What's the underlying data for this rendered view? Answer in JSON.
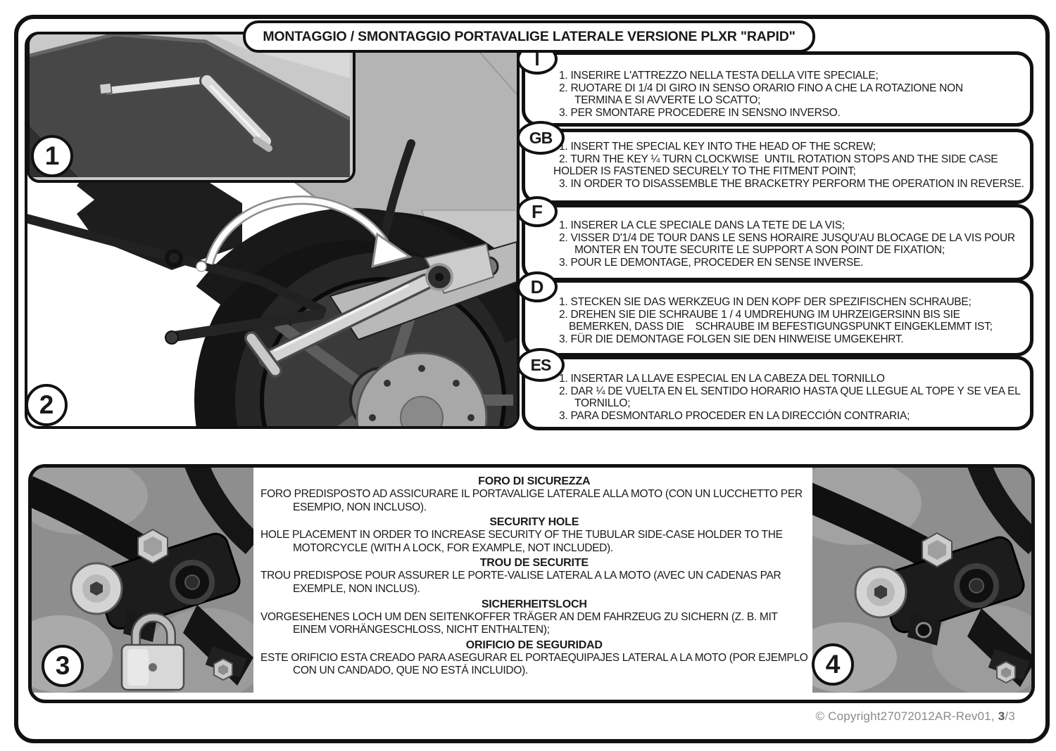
{
  "title": "MONTAGGIO / SMONTAGGIO PORTAVALIGE LATERALE VERSIONE PLXR \"RAPID\"",
  "figures": {
    "f1": "1",
    "f2": "2",
    "f3": "3",
    "f4": "4"
  },
  "instructions": [
    {
      "lang": "I",
      "lines": [
        {
          "t": "1. INSERIRE L'ATTREZZO NELLA TESTA DELLA VITE SPECIALE;",
          "ind": 0
        },
        {
          "t": "2. RUOTARE DI 1/4 DI GIRO IN SENSO ORARIO FINO A CHE LA ROTAZIONE NON",
          "ind": 0
        },
        {
          "t": "TERMINA E SI AVVERTE LO SCATTO;",
          "ind": 22
        },
        {
          "t": "3. PER SMONTARE PROCEDERE IN SENSNO INVERSO.",
          "ind": 0
        }
      ]
    },
    {
      "lang": "GB",
      "lines": [
        {
          "t": "1. INSERT THE SPECIAL KEY INTO THE HEAD OF THE SCREW;",
          "ind": 0
        },
        {
          "t": "2. TURN THE KEY ¼ TURN CLOCKWISE  UNTIL ROTATION STOPS AND THE SIDE CASE",
          "ind": 0
        },
        {
          "t": "HOLDER IS FASTENED SECURELY TO THE FITMENT POINT;",
          "ind": -8
        },
        {
          "t": "3. IN ORDER TO DISASSEMBLE THE BRACKETRY PERFORM THE OPERATION IN REVERSE.",
          "ind": 0
        }
      ]
    },
    {
      "lang": "F",
      "lines": [
        {
          "t": "1. INSERER LA CLE SPECIALE DANS LA TETE DE LA VIS;",
          "ind": 0
        },
        {
          "t": "2. VISSER D'1/4 DE TOUR DANS LE SENS HORAIRE JUSQU'AU BLOCAGE DE LA VIS POUR",
          "ind": 0
        },
        {
          "t": "MONTER EN TOUTE SECURITE LE SUPPORT A SON POINT DE FIXATION;",
          "ind": 22
        },
        {
          "t": "3. POUR LE DEMONTAGE, PROCEDER EN SENSE INVERSE.",
          "ind": 0
        }
      ]
    },
    {
      "lang": "D",
      "lines": [
        {
          "t": "1. STECKEN SIE DAS WERKZEUG IN DEN KOPF DER SPEZIFISCHEN SCHRAUBE;",
          "ind": 0
        },
        {
          "t": "2. DREHEN SIE DIE SCHRAUBE 1 / 4 UMDREHUNG IM UHRZEIGERSINN BIS SIE",
          "ind": 0
        },
        {
          "t": "BEMERKEN, DASS DIE    SCHRAUBE IM BEFESTIGUNGSPUNKT EINGEKLEMMT IST;",
          "ind": 14
        },
        {
          "t": "3. FÜR DIE DEMONTAGE FOLGEN SIE DEN HINWEISE UMGEKEHRT.",
          "ind": 0
        }
      ]
    },
    {
      "lang": "ES",
      "lines": [
        {
          "t": "1. INSERTAR LA LLAVE ESPECIAL EN LA CABEZA DEL TORNILLO",
          "ind": 0
        },
        {
          "t": "2. DAR ¼ DE VUELTA EN EL SENTIDO HORARIO HASTA QUE LLEGUE AL TOPE Y SE VEA EL",
          "ind": 0
        },
        {
          "t": "TORNILLO;",
          "ind": 22
        },
        {
          "t": "3. PARA DESMONTARLO PROCEDER EN LA DIRECCIÓN CONTRARIA;",
          "ind": 0
        }
      ]
    }
  ],
  "security": {
    "blocks": [
      {
        "heading": "FORO DI SICUREZZA",
        "lines": [
          {
            "t": "FORO PREDISPOSTO AD ASSICURARE IL PORTAVALIGE LATERALE ALLA MOTO (CON UN LUCCHETTO PER",
            "ind": 0
          },
          {
            "t": "ESEMPIO, NON INCLUSO).",
            "ind": 46
          }
        ]
      },
      {
        "heading": "SECURITY HOLE",
        "lines": [
          {
            "t": "HOLE PLACEMENT IN ORDER TO INCREASE SECURITY OF THE TUBULAR SIDE-CASE HOLDER TO THE",
            "ind": 0
          },
          {
            "t": "MOTORCYCLE (WITH A LOCK, FOR EXAMPLE, NOT INCLUDED).",
            "ind": 46
          }
        ]
      },
      {
        "heading": "TROU DE SECURITE",
        "lines": [
          {
            "t": "TROU PREDISPOSE POUR ASSURER LE PORTE-VALISE LATERAL A LA MOTO (AVEC UN CADENAS PAR",
            "ind": 0
          },
          {
            "t": "EXEMPLE, NON INCLUS).",
            "ind": 46
          }
        ]
      },
      {
        "heading": "SICHERHEITSLOCH",
        "lines": [
          {
            "t": "VORGESEHENES LOCH UM DEN SEITENKOFFER TRÄGER AN DEM FAHRZEUG ZU SICHERN (Z. B. MIT",
            "ind": 0
          },
          {
            "t": "EINEM VORHÄNGESCHLOSS, NICHT ENTHALTEN);",
            "ind": 46
          }
        ]
      },
      {
        "heading": "ORIFICIO DE SEGURIDAD",
        "lines": [
          {
            "t": "ESTE ORIFICIO ESTA CREADO PARA ASEGURAR EL PORTAEQUIPAJES LATERAL A LA MOTO (POR EJEMPLO",
            "ind": 0
          },
          {
            "t": "CON UN CANDADO, QUE NO ESTÁ INCLUIDO).",
            "ind": 46
          }
        ]
      }
    ]
  },
  "footer": {
    "prefix": "© Copyright27072012AR-Rev01, ",
    "bold": "3",
    "suffix": "/3"
  },
  "colors": {
    "ink": "#111111",
    "footer_gray": "#8a8a8a"
  }
}
